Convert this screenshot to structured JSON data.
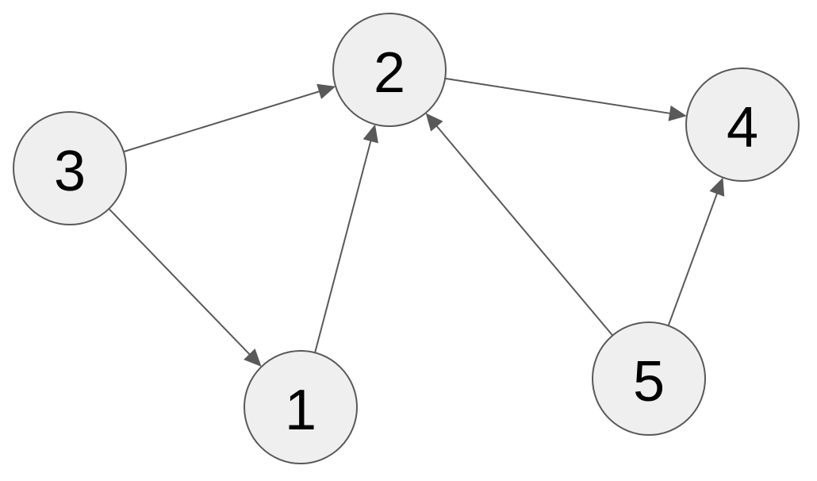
{
  "diagram": {
    "nodes": [
      {
        "id": "1",
        "label": "1"
      },
      {
        "id": "2",
        "label": "2"
      },
      {
        "id": "3",
        "label": "3"
      },
      {
        "id": "4",
        "label": "4"
      },
      {
        "id": "5",
        "label": "5"
      }
    ],
    "edges": [
      {
        "from": "3",
        "to": "2"
      },
      {
        "from": "3",
        "to": "1"
      },
      {
        "from": "1",
        "to": "2"
      },
      {
        "from": "2",
        "to": "4"
      },
      {
        "from": "5",
        "to": "2"
      },
      {
        "from": "5",
        "to": "4"
      }
    ],
    "colors": {
      "node_fill": "#efefef",
      "node_stroke": "#595959",
      "edge": "#595959",
      "label": "#000000"
    }
  }
}
